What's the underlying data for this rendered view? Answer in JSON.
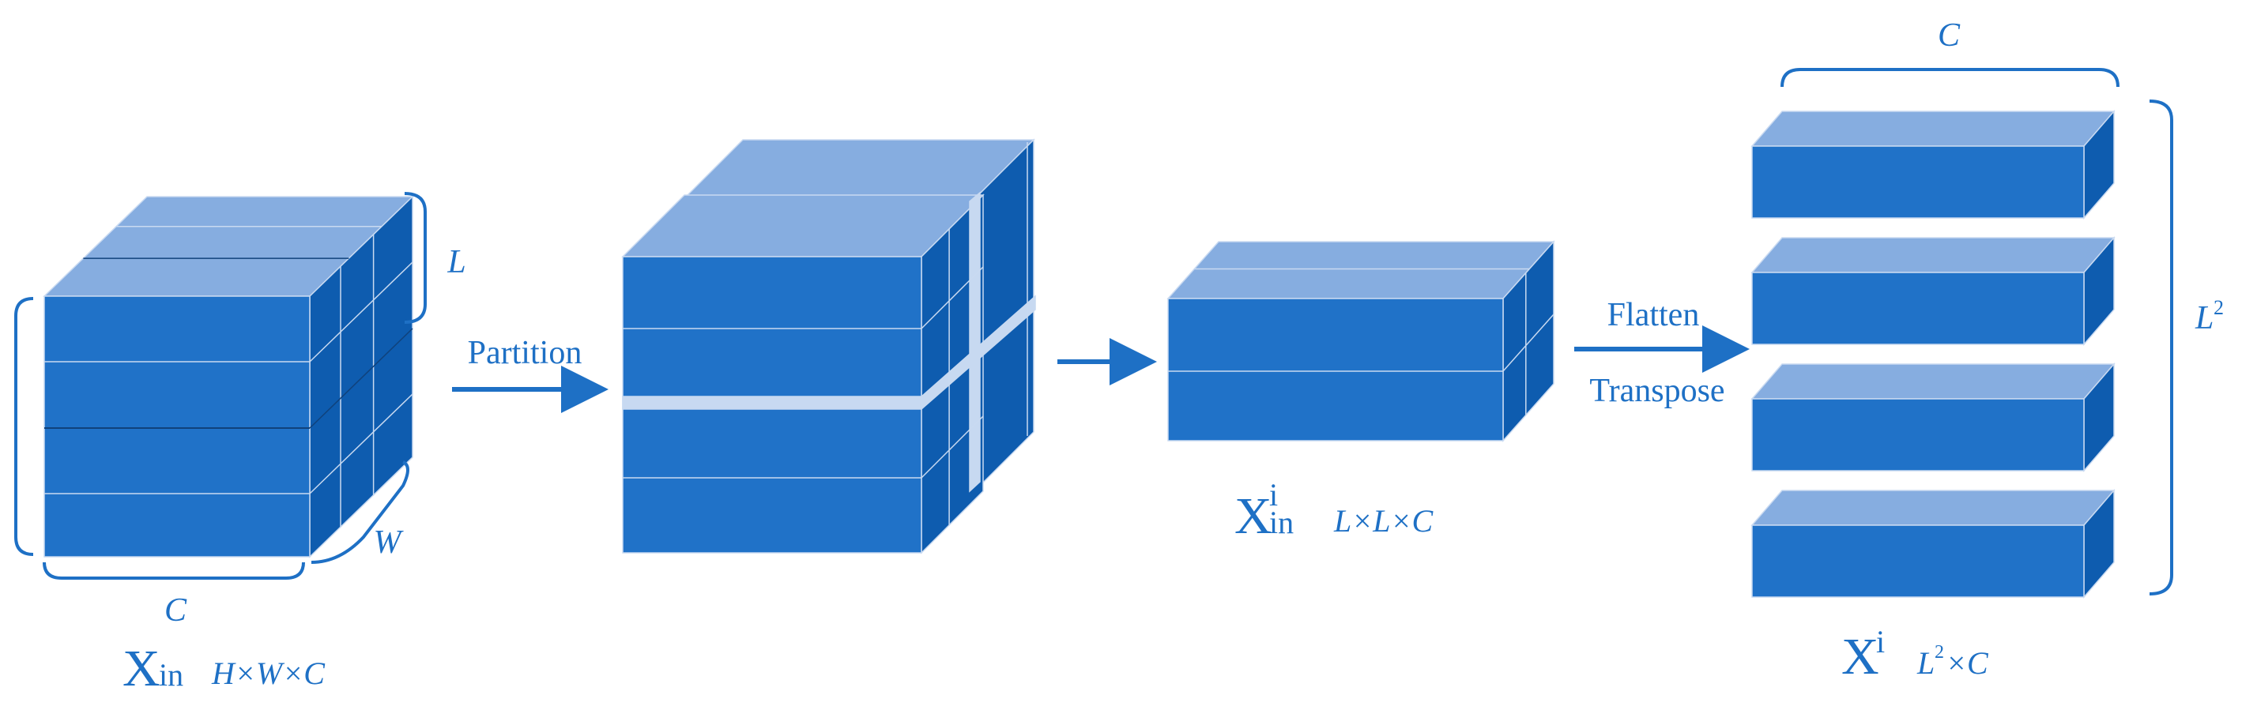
{
  "colors": {
    "front": "#2072C8",
    "top": "#86ADE0",
    "side": "#0E5CAF",
    "outline": "#C9DAF1",
    "ink": "#1E70C5",
    "gap": "#C7D9F1"
  },
  "labels": {
    "input_c": "C",
    "input_l": "L",
    "input_w": "W",
    "input_name_main": "X",
    "input_name_sub": "in",
    "input_dims": "H×W×C",
    "partition": "Partition",
    "window_name_main": "X",
    "window_name_sup": "i",
    "window_name_sub": "in",
    "window_dims": "L×L×C",
    "flatten": "Flatten",
    "transpose": "Transpose",
    "output_c": "C",
    "output_l": "L",
    "output_l_sup": "2",
    "output_name_main": "X",
    "output_name_sup": "i",
    "output_dims_l": "L",
    "output_dims_sup": "2",
    "output_dims_rest": "×C"
  }
}
